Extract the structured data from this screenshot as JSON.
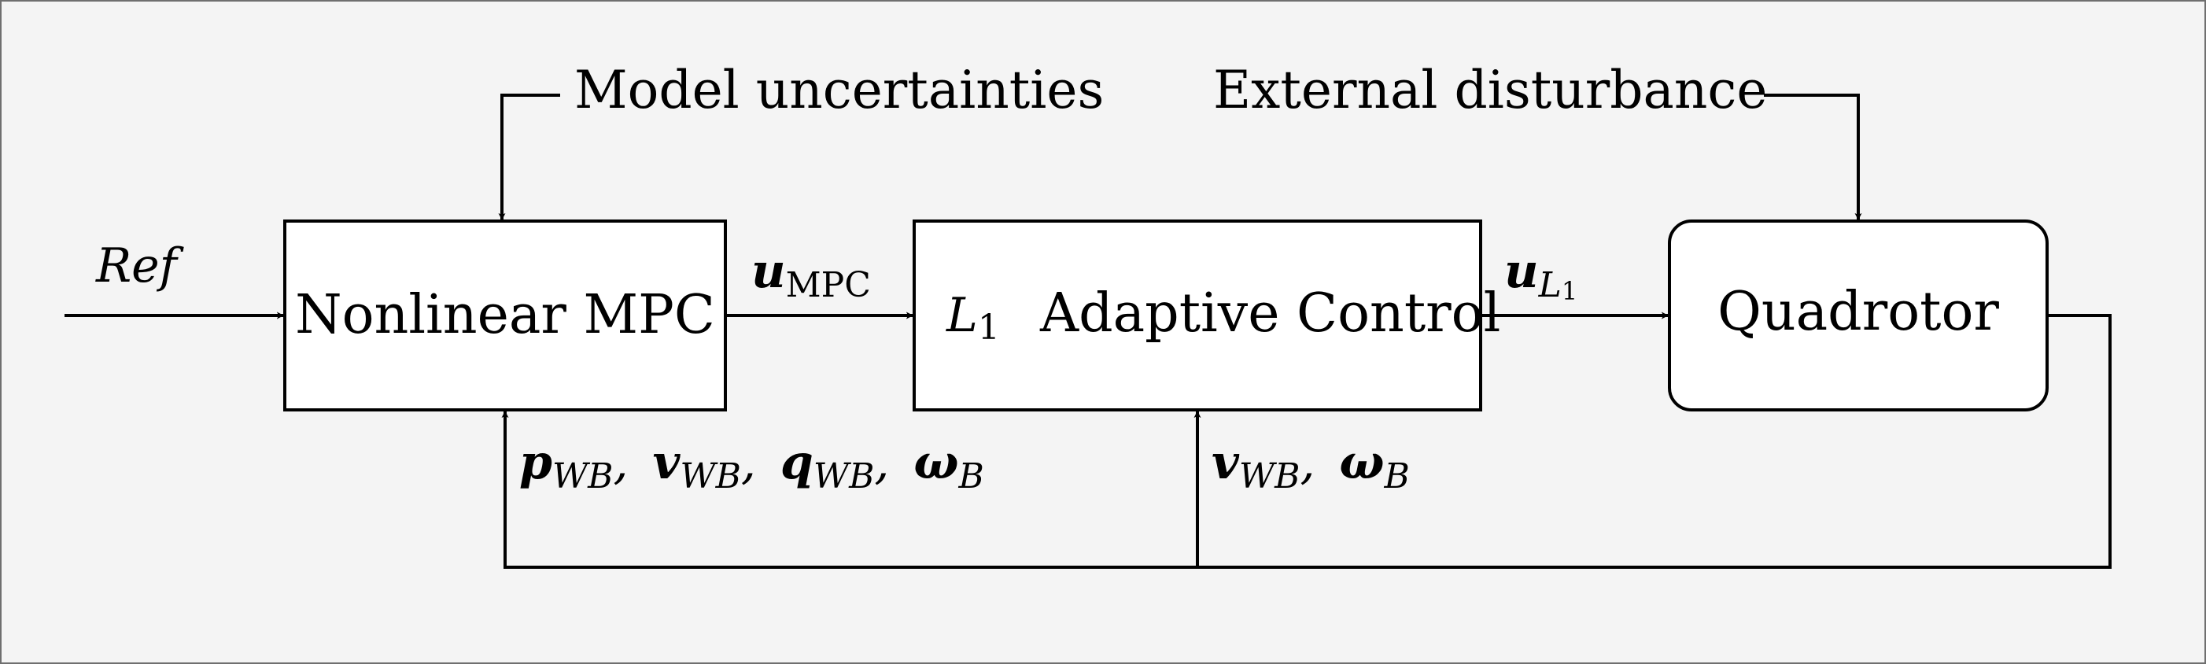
{
  "inputs": {
    "ref": "Ref",
    "model_uncertainties": "Model uncertainties",
    "external_disturbance": "External disturbance"
  },
  "blocks": {
    "mpc": "Nonlinear MPC",
    "l1_symbol": "L",
    "l1_sub": "1",
    "l1_text": "Adaptive Control",
    "quadrotor": "Quadrotor"
  },
  "signals": {
    "u": "u",
    "u_mpc_sub": "MPC",
    "u_l1_sub_L": "L",
    "u_l1_sub_1": "1",
    "p": "p",
    "v": "v",
    "q": "q",
    "omega": "ω",
    "sub_wb": "WB",
    "sub_b": "B",
    "sep": ","
  }
}
